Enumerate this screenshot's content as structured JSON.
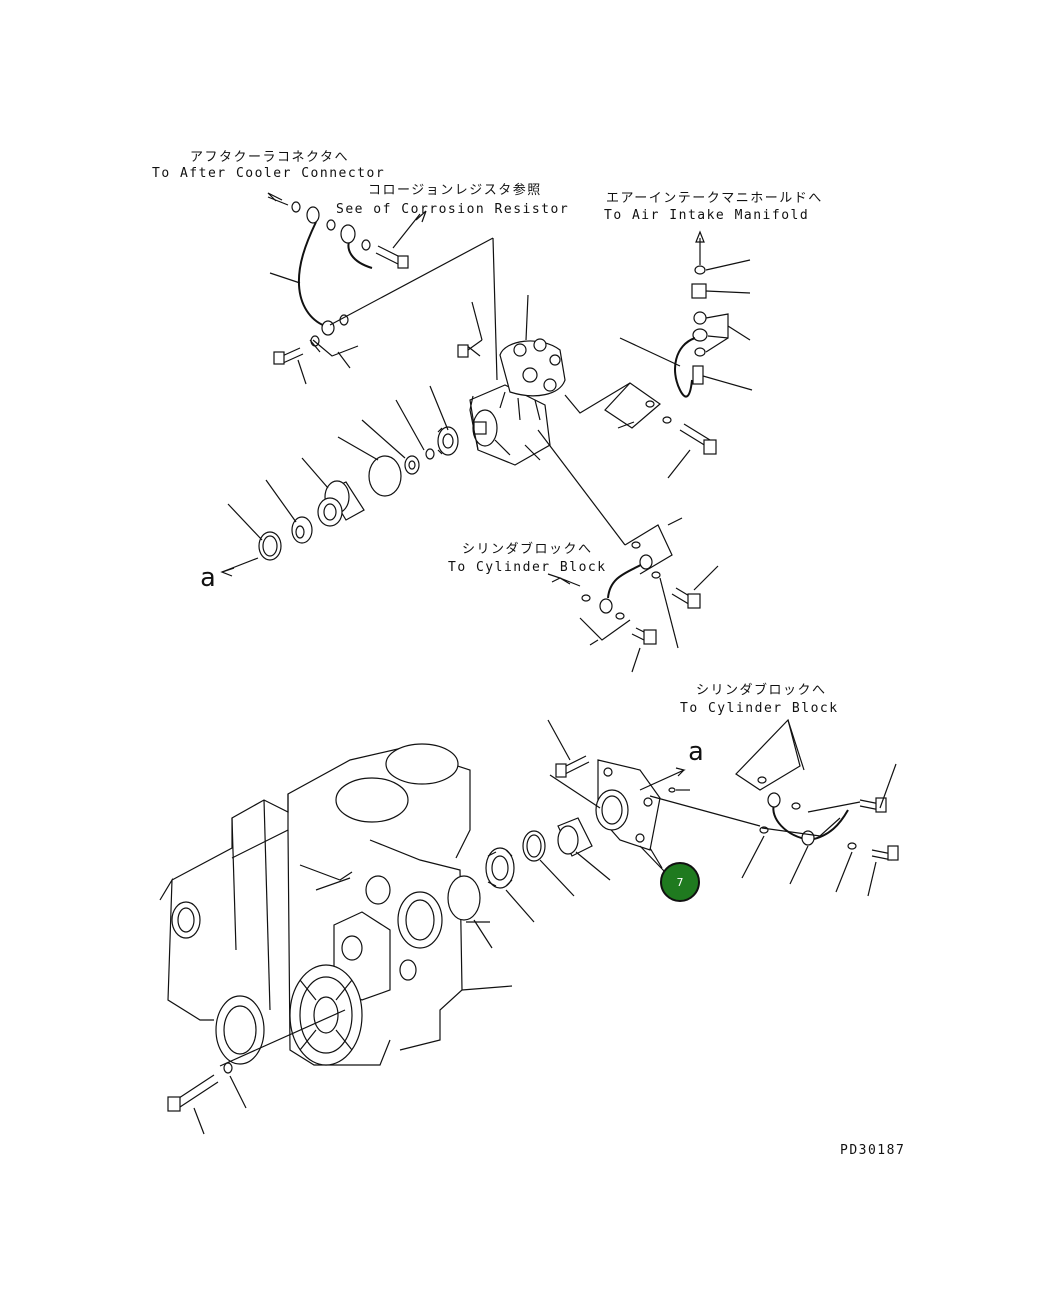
{
  "labels": {
    "after_cooler_jp": "アフタクーラコネクタへ",
    "after_cooler_en": "To After Cooler Connector",
    "corrosion_jp": "コロージョンレジスタ参照",
    "corrosion_en": "See of Corrosion Resistor",
    "air_intake_jp": "エアーインテークマニホールドへ",
    "air_intake_en": "To Air Intake Manifold",
    "cyl_block_1_jp": "シリンダブロックへ",
    "cyl_block_1_en": "To Cylinder Block",
    "cyl_block_2_jp": "シリンダブロックへ",
    "cyl_block_2_en": "To Cylinder Block",
    "ref_a_upper": "a",
    "ref_a_lower": "a",
    "drawing_number": "PD30187"
  },
  "callouts": [
    {
      "number": "7",
      "color": "#1f7a1f"
    }
  ]
}
